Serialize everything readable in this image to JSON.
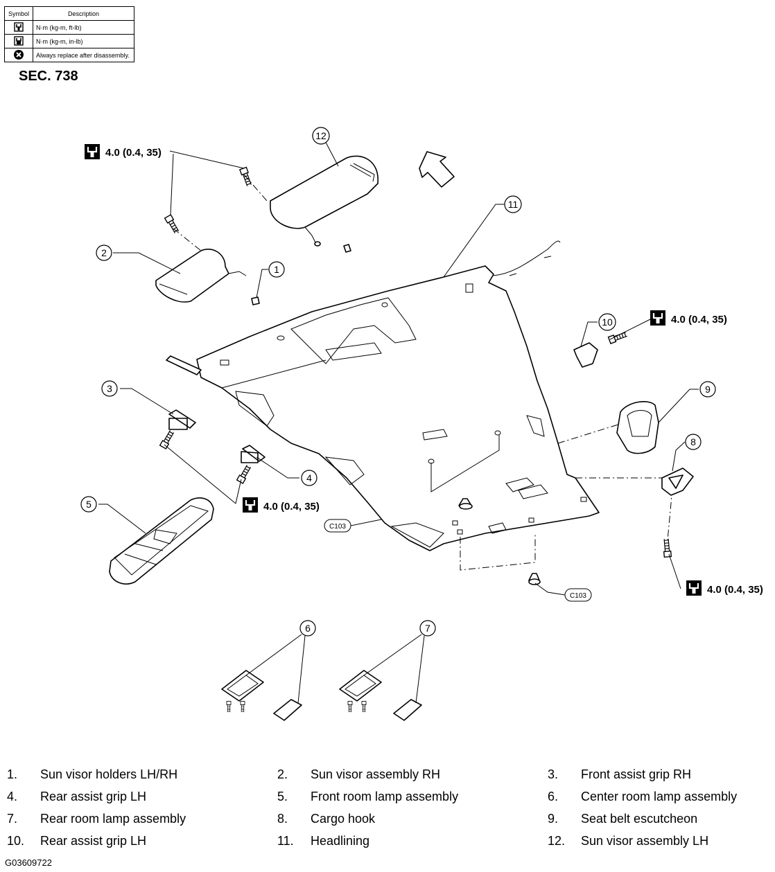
{
  "legend": {
    "header_symbol": "Symbol",
    "header_description": "Description",
    "rows": [
      {
        "icon": "torque-wrench-icon",
        "description": "N·m (kg-m, ft-lb)"
      },
      {
        "icon": "torque-wrench-inlb-icon",
        "description": "N·m (kg-m, in-lb)"
      },
      {
        "icon": "always-replace-icon",
        "description": "Always replace after disassembly."
      }
    ]
  },
  "section": "SEC. 738",
  "torque_value": "4.0 (0.4, 35)",
  "connector_label": "C103",
  "callouts": [
    "1",
    "2",
    "3",
    "4",
    "5",
    "6",
    "7",
    "8",
    "9",
    "10",
    "11",
    "12"
  ],
  "parts": [
    {
      "num": "1.",
      "name": "Sun visor holders LH/RH"
    },
    {
      "num": "2.",
      "name": "Sun visor assembly RH"
    },
    {
      "num": "3.",
      "name": "Front assist grip RH"
    },
    {
      "num": "4.",
      "name": "Rear assist grip LH"
    },
    {
      "num": "5.",
      "name": "Front room lamp assembly"
    },
    {
      "num": "6.",
      "name": "Center room lamp assembly"
    },
    {
      "num": "7.",
      "name": "Rear room lamp assembly"
    },
    {
      "num": "8.",
      "name": "Cargo hook"
    },
    {
      "num": "9.",
      "name": "Seat belt escutcheon"
    },
    {
      "num": "10.",
      "name": "Rear assist grip LH"
    },
    {
      "num": "11.",
      "name": "Headlining"
    },
    {
      "num": "12.",
      "name": "Sun visor assembly LH"
    }
  ],
  "figure_id": "G03609722"
}
